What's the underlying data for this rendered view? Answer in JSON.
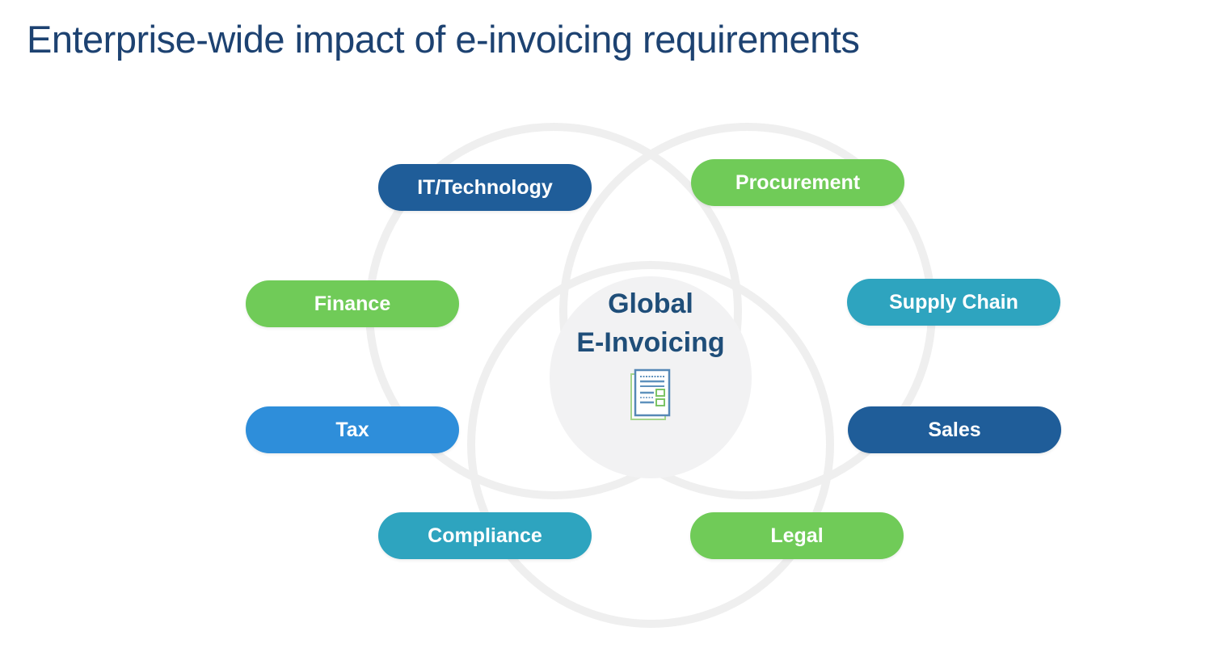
{
  "title": "Enterprise-wide impact of e-invoicing requirements",
  "center": {
    "line1": "Global",
    "line2": "E-Invoicing",
    "icon": "invoice-document-icon"
  },
  "colors": {
    "title_text": "#1D4271",
    "center_text": "#1F4E79",
    "venn_stroke": "#EFEFEF",
    "center_fill": "#F2F2F3",
    "dark_blue": "#1F5D99",
    "green": "#70CB58",
    "teal": "#2EA4BF",
    "bright_blue": "#2E8EDA",
    "icon_page_green": "#A5D48C",
    "icon_page_blue": "#5688B6",
    "icon_line_blue": "#5E91BD",
    "icon_box_green": "#7CC465"
  },
  "pills": [
    {
      "id": "it-technology",
      "label": "IT/Technology",
      "color": "dark_blue"
    },
    {
      "id": "procurement",
      "label": "Procurement",
      "color": "green"
    },
    {
      "id": "finance",
      "label": "Finance",
      "color": "green"
    },
    {
      "id": "supply-chain",
      "label": "Supply Chain",
      "color": "teal"
    },
    {
      "id": "tax",
      "label": "Tax",
      "color": "bright_blue"
    },
    {
      "id": "sales",
      "label": "Sales",
      "color": "dark_blue"
    },
    {
      "id": "compliance",
      "label": "Compliance",
      "color": "teal"
    },
    {
      "id": "legal",
      "label": "Legal",
      "color": "green"
    }
  ]
}
